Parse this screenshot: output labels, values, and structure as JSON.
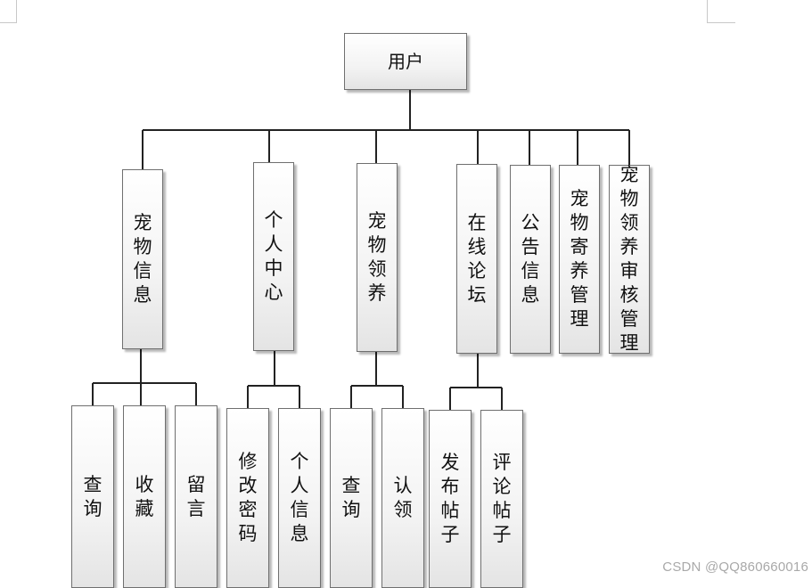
{
  "root": {
    "label": "用户"
  },
  "modules": [
    {
      "label": "宠物信息"
    },
    {
      "label": "个人中心"
    },
    {
      "label": "宠物领养"
    },
    {
      "label": "在线论坛"
    },
    {
      "label": "公告信息"
    },
    {
      "label": "宠物寄养管理"
    },
    {
      "label": "宠物领养审核管理"
    }
  ],
  "leaves": [
    {
      "label": "查询"
    },
    {
      "label": "收藏"
    },
    {
      "label": "留言"
    },
    {
      "label": "修改密码"
    },
    {
      "label": "个人信息"
    },
    {
      "label": "查询"
    },
    {
      "label": "认领"
    },
    {
      "label": "发布帖子"
    },
    {
      "label": "评论帖子"
    }
  ],
  "watermark": "CSDN @QQ860660016"
}
